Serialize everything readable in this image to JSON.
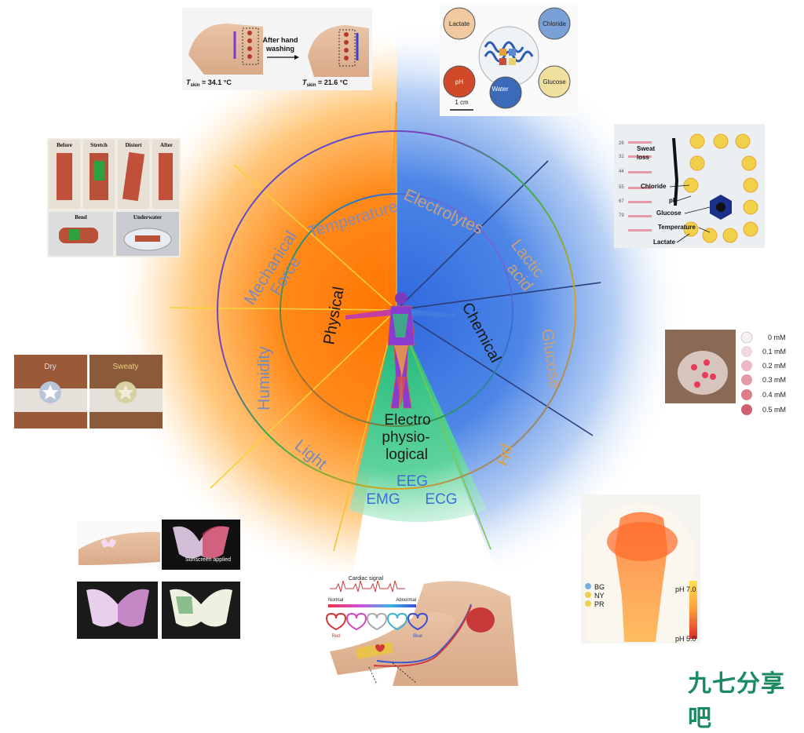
{
  "center": {
    "physical": "Physical",
    "chemical": "Chemical",
    "electro": [
      "Electro",
      "physio-",
      "logical"
    ]
  },
  "ring_labels": {
    "temperature": "Temperature",
    "mechanical": [
      "Mechanical",
      "Force"
    ],
    "humidity": "Humidity",
    "light": "Light",
    "electrolytes": "Electrolytes",
    "lactic": [
      "Lactic",
      "acid"
    ],
    "glucose": "Glucose",
    "ph": "pH",
    "eeg": "EEG",
    "emg": "EMG",
    "ecg": "ECG"
  },
  "panel_temperature": {
    "after_label": [
      "After hand",
      "washing"
    ],
    "t_before": "T",
    "t_before_sub": "skin",
    "t_before_val": " = 34.1 °C",
    "t_after": "T",
    "t_after_sub": "skin",
    "t_after_val": " = 21.6 °C"
  },
  "panel_electrolytes": {
    "lactate": "Lactate",
    "chloride": "Chloride",
    "ph": "pH",
    "water": "Water",
    "glucose": "Glucose",
    "scale": "1 cm"
  },
  "panel_mechanical": {
    "before": "Before",
    "stretch": "Stretch",
    "distort": "Distort",
    "after": "After",
    "bend": "Bend",
    "underwater": "Underwater"
  },
  "panel_sweatloss": {
    "sweat_loss": [
      "Sweat",
      "loss"
    ],
    "chloride": "Chloride",
    "ph": "pH",
    "glucose": "Glucose",
    "temperature": "Temperature",
    "lactate": "Lactate",
    "ruler": [
      "26",
      "32",
      "44",
      "55",
      "67",
      "79"
    ]
  },
  "panel_humidity": {
    "dry": "Dry",
    "sweaty": "Sweaty"
  },
  "panel_glucose": {
    "levels": [
      "0 mM",
      "0.1 mM",
      "0.2 mM",
      "0.3 mM",
      "0.4 mM",
      "0.5 mM"
    ]
  },
  "panel_light": {
    "sunscreen": "Sunscreen applied"
  },
  "panel_ecg": {
    "cardiac": "Cardiac signal",
    "normal": "Normal",
    "abnormal": "Abnormal",
    "red": "Red",
    "blue": "Blue"
  },
  "panel_ph": {
    "bg": "BG",
    "ny": "NY",
    "pr": "PR",
    "ph7": "pH 7.0",
    "ph5": "pH 5.0"
  },
  "watermark": "九七分享吧",
  "colors": {
    "physical": "#ff7a00",
    "chemical": "#3f7be0",
    "electro": "#2fbf76",
    "watermark": "#1a8a60"
  }
}
